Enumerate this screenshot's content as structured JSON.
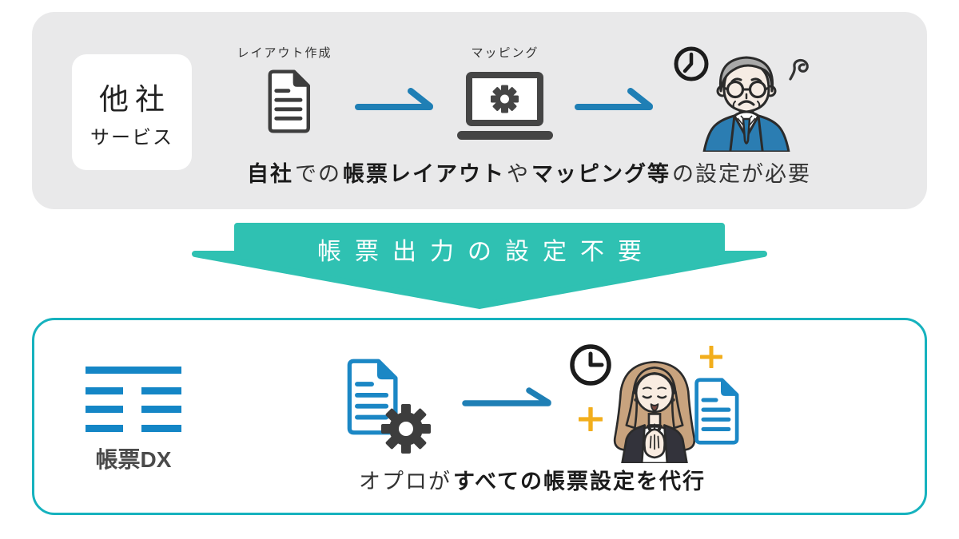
{
  "colors": {
    "panel_gray": "#e9e9ea",
    "arrow_blue": "#1f7fb5",
    "banner_teal": "#2fc1b2",
    "border_teal": "#16b2be",
    "logo_blue": "#1486c6",
    "doc_blue": "#1b87c5",
    "icon_dark": "#3d3d3d",
    "accent_yellow": "#f2ae1c",
    "suit_blue": "#2b7db2"
  },
  "top_panel": {
    "service_box": {
      "line1": "他社",
      "line2": "サービス"
    },
    "step_labels": {
      "layout": "レイアウト作成",
      "mapping": "マッピング"
    },
    "caption": {
      "seg1": "自社",
      "seg2": "での",
      "seg3": "帳票レイアウト",
      "seg4": "や",
      "seg5": "マッピング等",
      "seg6": "の設定が必要"
    }
  },
  "banner": {
    "text": "帳票出力の設定不要"
  },
  "bottom_panel": {
    "logo_text": "帳票DX",
    "caption": {
      "seg1": "オプロが",
      "seg2": "すべての帳票設定を代行"
    }
  },
  "icons": {
    "document": "document-icon",
    "laptop_gear": "laptop-gear-icon",
    "arrow_right": "arrow-right-icon",
    "clock": "clock-icon",
    "sigh_squiggle": "sigh-squiggle-icon",
    "gear": "gear-icon",
    "sparkle_plus": "sparkle-plus-icon",
    "stressed_businessman": "stressed-businessman-illustration",
    "happy_businesswoman": "relieved-businesswoman-illustration"
  }
}
